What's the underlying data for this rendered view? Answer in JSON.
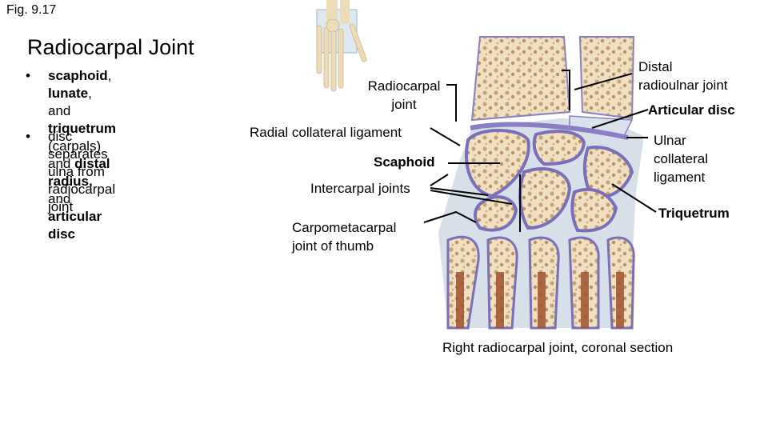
{
  "figure_label": "Fig. 9.17",
  "title": "Radiocarpal Joint",
  "bullets": [
    {
      "marker": "•",
      "line1": [
        {
          "text": "scaphoid",
          "bold": true
        },
        {
          "text": ", ",
          "bold": false
        },
        {
          "text": "lunate",
          "bold": true
        },
        {
          "text": ", and ",
          "bold": false
        },
        {
          "text": "triquetrum",
          "bold": true
        }
      ],
      "line2": [
        {
          "text": "(carpals) and ",
          "bold": false
        },
        {
          "text": "distal radius,",
          "bold": true
        },
        {
          "text": " and",
          "bold": false
        }
      ],
      "line3": [
        {
          "text": "articular disc",
          "bold": true
        }
      ]
    },
    {
      "marker": "•",
      "line1": "disc separates ulna from radiocarpal",
      "line2": "joint"
    }
  ],
  "labels": {
    "radiocarpal_joint": [
      "Radiocarpal",
      "joint"
    ],
    "radial_collateral_ligament": "Radial collateral ligament",
    "scaphoid": "Scaphoid",
    "intercarpal_joints": "Intercarpal joints",
    "carpometacarpal_joint": [
      "Carpometacarpal",
      "joint of thumb"
    ],
    "distal_radioulnar_joint": [
      "Distal",
      "radioulnar joint"
    ],
    "articular_disc": "Articular disc",
    "ulnar_collateral_ligament": [
      "Ulnar",
      "collateral",
      "ligament"
    ],
    "triquetrum": "Triquetrum"
  },
  "caption": "Right radiocarpal joint, coronal section",
  "colors": {
    "bone": "#ead9b6",
    "bone_spongy": "#c9a377",
    "cartilage": "#8a7fc4",
    "marrow": "#a0522d",
    "ligament": "#c6d2de"
  }
}
